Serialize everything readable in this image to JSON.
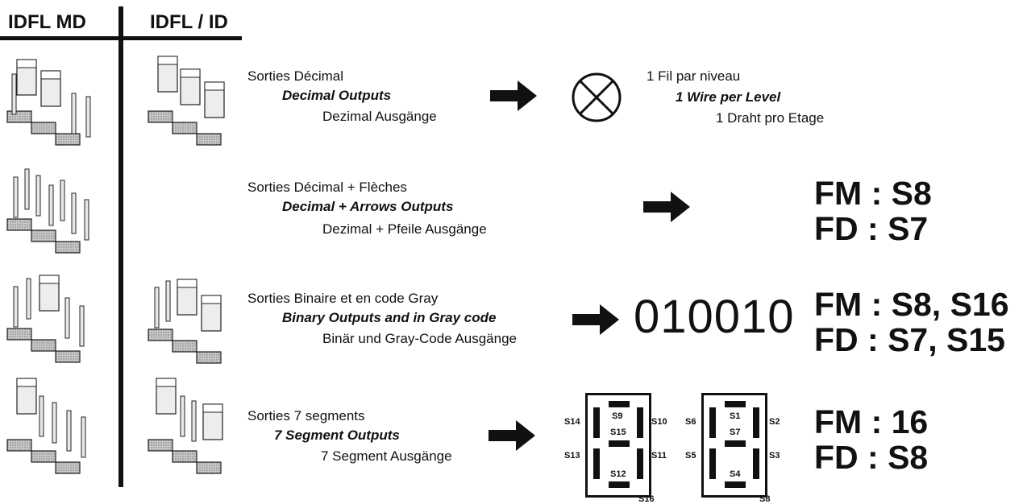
{
  "headers": {
    "left": "IDFL MD",
    "right": "IDFL / ID"
  },
  "rows": [
    {
      "fr": "Sorties Décimal",
      "en": "Decimal Outputs",
      "de": "Dezimal Ausgänge",
      "result": {
        "fr": "1 Fil par niveau",
        "en": "1 Wire per Level",
        "de": "1 Draht pro Etage"
      }
    },
    {
      "fr": "Sorties Décimal + Flèches",
      "en": "Decimal + Arrows Outputs",
      "de": "Dezimal + Pfeile Ausgänge",
      "fm": "FM : S8",
      "fd": "FD : S7"
    },
    {
      "fr": "Sorties Binaire et en code Gray",
      "en": "Binary Outputs and in Gray code",
      "de": "Binär und Gray-Code Ausgänge",
      "binary": "010010",
      "fm": "FM : S8, S16",
      "fd": "FD : S7, S15"
    },
    {
      "fr": "Sorties 7 segments",
      "en": "7 Segment Outputs",
      "de": "7 Segment Ausgänge",
      "fm": "FM : 16",
      "fd": "FD : S8"
    }
  ],
  "seven_segment": {
    "left": {
      "top": "S9",
      "middle": "S15",
      "bottom": "S12",
      "left_top": "S14",
      "left_bottom": "S13",
      "right_top": "S10",
      "right_bottom": "S11",
      "corner": "S16"
    },
    "right": {
      "top": "S1",
      "middle": "S7",
      "bottom": "S4",
      "left_top": "S6",
      "left_bottom": "S5",
      "right_top": "S2",
      "right_bottom": "S3",
      "corner": "S8"
    }
  },
  "icons": [
    "jumper-block-icon",
    "arrow-right-icon",
    "lamp-cross-icon",
    "seven-segment-icon"
  ]
}
